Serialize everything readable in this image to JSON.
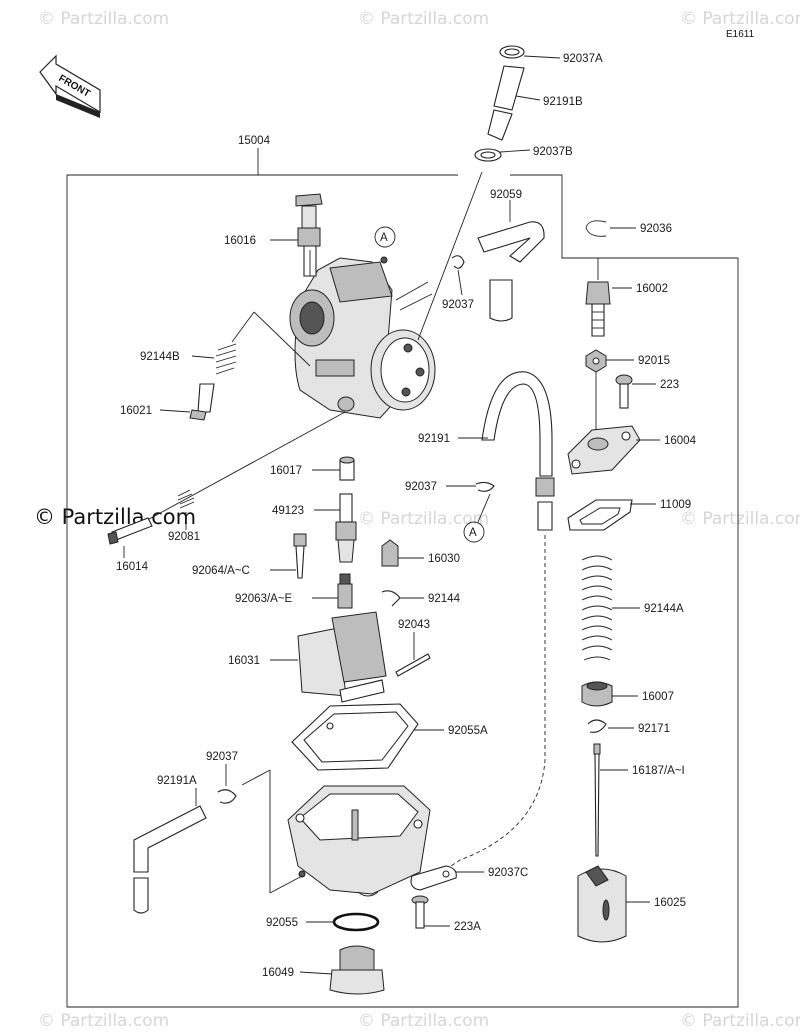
{
  "diagram_code": "E1611",
  "front_label": "FRONT",
  "callout_a": "A",
  "watermarks": [
    "© Partzilla.com",
    "© Partzilla.com",
    "© Partzilla.com",
    "© Partzilla.com",
    "© Partzilla.com",
    "© Partzilla.com",
    "© Partzilla.com",
    "© Partzilla.com",
    "© Partzilla.com"
  ],
  "main_watermark": "© Partzilla.com",
  "parts": [
    {
      "id": "92037A",
      "label": "92037A"
    },
    {
      "id": "92191B",
      "label": "92191B"
    },
    {
      "id": "92037B",
      "label": "92037B"
    },
    {
      "id": "15004",
      "label": "15004"
    },
    {
      "id": "92059",
      "label": "92059"
    },
    {
      "id": "92036",
      "label": "92036"
    },
    {
      "id": "16016",
      "label": "16016"
    },
    {
      "id": "92037",
      "label": "92037"
    },
    {
      "id": "16002",
      "label": "16002"
    },
    {
      "id": "92144B",
      "label": "92144B"
    },
    {
      "id": "92015",
      "label": "92015"
    },
    {
      "id": "223",
      "label": "223"
    },
    {
      "id": "16021",
      "label": "16021"
    },
    {
      "id": "92191",
      "label": "92191"
    },
    {
      "id": "16004",
      "label": "16004"
    },
    {
      "id": "16017",
      "label": "16017"
    },
    {
      "id": "92037-2",
      "label": "92037"
    },
    {
      "id": "11009",
      "label": "11009"
    },
    {
      "id": "49123",
      "label": "49123"
    },
    {
      "id": "92081",
      "label": "92081"
    },
    {
      "id": "16014",
      "label": "16014"
    },
    {
      "id": "92064",
      "label": "92064/A~C"
    },
    {
      "id": "16030",
      "label": "16030"
    },
    {
      "id": "92144A",
      "label": "92144A"
    },
    {
      "id": "92063",
      "label": "92063/A~E"
    },
    {
      "id": "92144",
      "label": "92144"
    },
    {
      "id": "92043",
      "label": "92043"
    },
    {
      "id": "16031",
      "label": "16031"
    },
    {
      "id": "16007",
      "label": "16007"
    },
    {
      "id": "92055A",
      "label": "92055A"
    },
    {
      "id": "92171",
      "label": "92171"
    },
    {
      "id": "92037-3",
      "label": "92037"
    },
    {
      "id": "92191A",
      "label": "92191A"
    },
    {
      "id": "16187",
      "label": "16187/A~I"
    },
    {
      "id": "92037C",
      "label": "92037C"
    },
    {
      "id": "16025",
      "label": "16025"
    },
    {
      "id": "92055",
      "label": "92055"
    },
    {
      "id": "223A",
      "label": "223A"
    },
    {
      "id": "16049",
      "label": "16049"
    }
  ]
}
